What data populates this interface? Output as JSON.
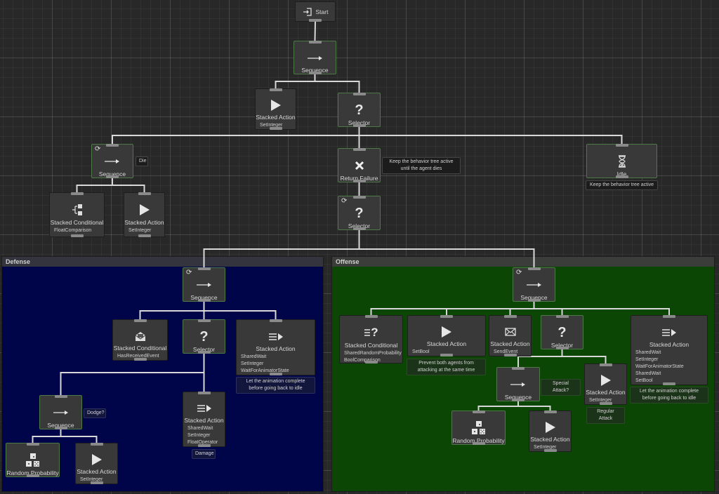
{
  "groups": {
    "defense": {
      "title": "Defense",
      "color": "#000448"
    },
    "offense": {
      "title": "Offense",
      "color": "#0c4604"
    }
  },
  "nodes": {
    "start": {
      "title": "Start",
      "icon": "entry-icon"
    },
    "root_sequence": {
      "title": "Sequence",
      "icon": "arrow-right-icon"
    },
    "init_action": {
      "title": "Stacked Action",
      "icon": "play-icon",
      "subtasks": [
        "SetInteger"
      ]
    },
    "main_selector": {
      "title": "Selector",
      "icon": "question-icon"
    },
    "die_sequence": {
      "title": "Sequence",
      "icon": "arrow-right-icon",
      "reevaluate": true,
      "comment": "Die"
    },
    "die_conditional": {
      "title": "Stacked Conditional",
      "icon": "branch-icon",
      "subtasks": [
        "FloatComparison"
      ]
    },
    "die_action": {
      "title": "Stacked Action",
      "icon": "play-icon",
      "subtasks": [
        "SetInteger"
      ]
    },
    "return_failure": {
      "title": "Return Failure",
      "icon": "x-icon",
      "comment": "Keep the behavior tree active\nuntil the agent dies"
    },
    "idle": {
      "title": "Idle",
      "icon": "hourglass-icon",
      "comment": "Keep the behavior tree active"
    },
    "combat_selector": {
      "title": "Selector",
      "icon": "question-icon",
      "reevaluate": true
    },
    "def_sequence": {
      "title": "Sequence",
      "icon": "arrow-right-icon",
      "reevaluate": true
    },
    "def_conditional": {
      "title": "Stacked Conditional",
      "icon": "envelope-open-icon",
      "subtasks": [
        "HasReceivedEvent"
      ]
    },
    "def_selector": {
      "title": "Selector",
      "icon": "question-icon"
    },
    "def_anim_action": {
      "title": "Stacked Action",
      "icon": "list-play-icon",
      "subtasks": [
        "SharedWait",
        "SetInteger",
        "WaitForAnimatorState"
      ],
      "comment": "Let the animation complete\nbefore going back to idle"
    },
    "dodge_sequence": {
      "title": "Sequence",
      "icon": "arrow-right-icon",
      "comment": "Dodge?"
    },
    "dodge_random": {
      "title": "Random Probability",
      "icon": "dice-icon"
    },
    "dodge_action": {
      "title": "Stacked Action",
      "icon": "play-icon",
      "subtasks": [
        "SetInteger"
      ]
    },
    "damage_action": {
      "title": "Stacked Action",
      "icon": "list-play-icon",
      "subtasks": [
        "SharedWait",
        "SetInteger",
        "FloatOperator"
      ],
      "comment": "Damage"
    },
    "off_sequence": {
      "title": "Sequence",
      "icon": "arrow-right-icon",
      "reevaluate": true
    },
    "off_conditional": {
      "title": "Stacked Conditional",
      "icon": "list-question-icon",
      "subtasks": [
        "SharedRandomProbability",
        "BoolComparison"
      ]
    },
    "off_setbool": {
      "title": "Stacked Action",
      "icon": "play-icon",
      "subtasks": [
        "SetBool"
      ],
      "comment": "Prevent both agents from\nattacking at the same time"
    },
    "off_sendevent": {
      "title": "Stacked Action",
      "icon": "envelope-icon",
      "subtasks": [
        "SendEvent"
      ]
    },
    "off_selector": {
      "title": "Selector",
      "icon": "question-icon"
    },
    "off_anim_action": {
      "title": "Stacked Action",
      "icon": "list-play-icon",
      "subtasks": [
        "SharedWait",
        "SetInteger",
        "WaitForAnimatorState",
        "SharedWait",
        "SetBool"
      ],
      "comment": "Let the animation complete\nbefore going back to idle"
    },
    "special_sequence": {
      "title": "Sequence",
      "icon": "arrow-right-icon",
      "comment": "Special Attack?"
    },
    "special_random": {
      "title": "Random Probability",
      "icon": "dice-icon"
    },
    "special_action": {
      "title": "Stacked Action",
      "icon": "play-icon",
      "subtasks": [
        "SetInteger"
      ]
    },
    "regular_action": {
      "title": "Stacked Action",
      "icon": "play-icon",
      "subtasks": [
        "SetInteger"
      ],
      "comment": "Regular Attack"
    }
  }
}
